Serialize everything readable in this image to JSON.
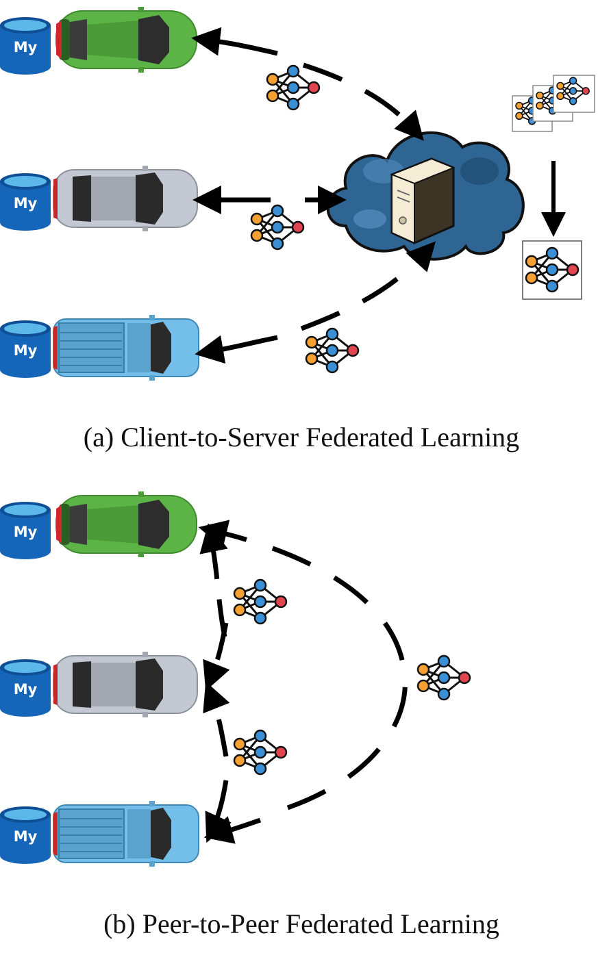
{
  "figure": {
    "captions": {
      "a": "(a) Client-to-Server Federated Learning",
      "b": "(b) Peer-to-Peer Federated Learning"
    },
    "database_label": "My",
    "vehicles": [
      {
        "name": "green-hatchback",
        "body_color": "#5cb446",
        "roof_color": "#4a9a38"
      },
      {
        "name": "silver-sedan",
        "body_color": "#c3c8d2",
        "roof_color": "#a2a7b0"
      },
      {
        "name": "blue-pickup",
        "body_color": "#74bfe9",
        "roof_color": "#5aa3cf"
      }
    ],
    "colors": {
      "database": "#1565b8",
      "database_top": "#5db8ea",
      "node_input": "#f5a033",
      "node_hidden": "#3a8fd6",
      "node_output": "#e04550",
      "arrow": "#000000",
      "cloud": "#2f6593",
      "server": "#f4ecd5"
    }
  }
}
